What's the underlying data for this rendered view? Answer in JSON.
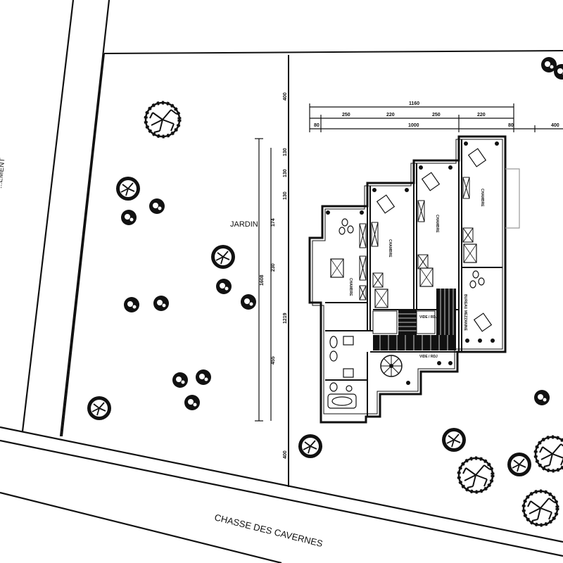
{
  "labels": {
    "garden": "JARDIN",
    "street": "CHASSE DES CAVERNES",
    "side_street": "...EMENT"
  },
  "dimensions_top": {
    "total": "1160",
    "a": "250",
    "b": "220",
    "c": "250",
    "d": "220",
    "e": "80",
    "f": "1000",
    "g": "80",
    "h": "400"
  },
  "dimensions_left": {
    "d1": "400",
    "d2": "130",
    "d3": "130",
    "d4": "130",
    "d5": "174",
    "d6": "1608",
    "d7": "230",
    "d8": "1219",
    "d9": "455",
    "d10": "400"
  },
  "rooms": {
    "bedroom": "CHAMBRE",
    "office": "BUREAU MEZZANINE",
    "void": "VIDE / RDJ"
  },
  "colors": {
    "ink": "#111111",
    "paper": "#ffffff"
  }
}
